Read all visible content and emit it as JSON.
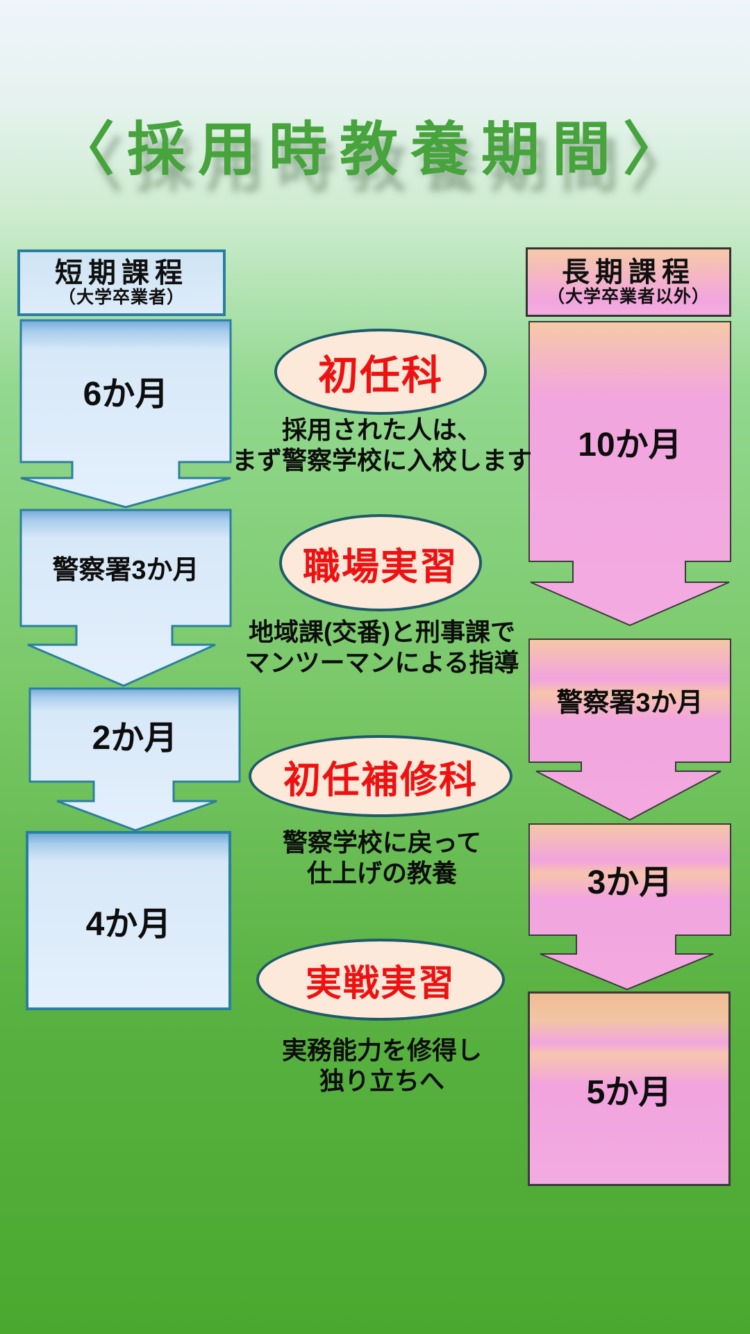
{
  "title": {
    "text": "〈採用時教養期間〉"
  },
  "columns": {
    "left": {
      "header_title": "短期課程",
      "header_subtitle": "（大学卒業者）",
      "steps": [
        "6か月",
        "警察署3か月",
        "2か月",
        "4か月"
      ]
    },
    "right": {
      "header_title": "長期課程",
      "header_subtitle": "（大学卒業者以外）",
      "steps": [
        "10か月",
        "警察署3か月",
        "3か月",
        "5か月"
      ]
    }
  },
  "stages": [
    {
      "oval_label": "初任科",
      "description_line1": "採用された人は、",
      "description_line2": "まず警察学校に入校します"
    },
    {
      "oval_label": "職場実習",
      "description_line1": "地域課(交番)と刑事課で",
      "description_line2": "マンツーマンによる指導"
    },
    {
      "oval_label": "初任補修科",
      "description_line1": "警察学校に戻って",
      "description_line2": "仕上げの教養"
    },
    {
      "oval_label": "実戦実習",
      "description_line1": "実務能力を修得し",
      "description_line2": "独り立ちへ"
    }
  ],
  "colors": {
    "title_green": "#47a33c",
    "stage_label_red": "#ee1111",
    "blue_box_border": "#2b7f9e",
    "blue_box_fill_top": "#a9cdeb",
    "blue_box_fill": "#e0eefb",
    "pink_box_border": "#3a3a3a",
    "pink_box_fill_top": "#f5c8a6",
    "pink_box_fill": "#f3a9e0",
    "oval_border": "#1f5a68",
    "oval_fill": "#fce9da",
    "background_top": "#eff5fb",
    "background_bottom": "#4aa82f"
  }
}
